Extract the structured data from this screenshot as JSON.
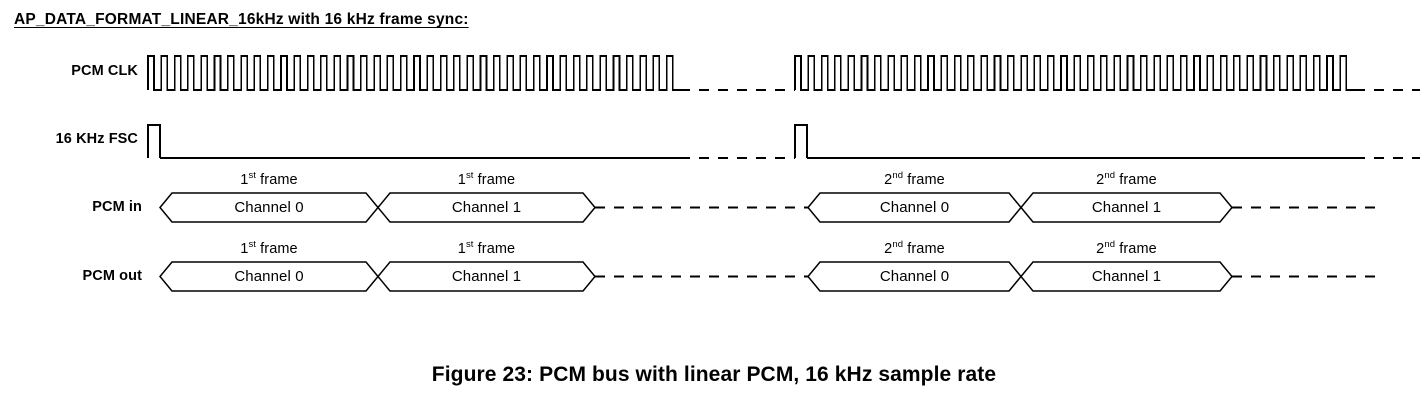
{
  "document": {
    "title": "AP_DATA_FORMAT_LINEAR_16kHz with 16 kHz frame sync:",
    "figure_caption": "Figure 23: PCM bus with linear PCM, 16 kHz sample rate"
  },
  "colors": {
    "background": "#ffffff",
    "ink": "#000000"
  },
  "signals": {
    "pcm_clk": {
      "label": "PCM CLK"
    },
    "fsc": {
      "label": "16 KHz FSC"
    },
    "pcm_in": {
      "label": "PCM in"
    },
    "pcm_out": {
      "label": "PCM out"
    }
  },
  "frames": {
    "first_ordinal": "1",
    "first_suffix": "st",
    "second_ordinal": "2",
    "second_suffix": "nd",
    "frame_word": "frame",
    "channel0": "Channel 0",
    "channel1": "Channel 1"
  },
  "chart_data": {
    "type": "line",
    "title": "AP_DATA_FORMAT_LINEAR_16kHz with 16 kHz frame sync:",
    "xlabel": "",
    "ylabel": "",
    "description": "Digital timing diagram of a PCM bus: PCM CLK bit clock, 16 kHz frame sync (FSC), and PCM in / PCM out data lanes showing two frames each carrying Channel 0 and Channel 1 slots.",
    "series": [
      {
        "name": "PCM CLK",
        "kind": "clock-burst",
        "baseline_y": 90,
        "high_y": 56,
        "pulse_width": 6,
        "pulse_pitch": 13.3,
        "bursts": [
          {
            "start_x": 148,
            "end_x": 680
          },
          {
            "start_x": 795,
            "end_x": 1355
          }
        ],
        "dashed_segments": [
          {
            "start_x": 680,
            "end_x": 795
          },
          {
            "start_x": 1355,
            "end_x": 1420
          }
        ]
      },
      {
        "name": "16 KHz FSC",
        "kind": "pulse",
        "baseline_y": 158,
        "high_y": 125,
        "pulses": [
          {
            "start_x": 148,
            "end_x": 160
          },
          {
            "start_x": 795,
            "end_x": 807
          }
        ],
        "solid_segments": [
          {
            "start_x": 160,
            "end_x": 680
          },
          {
            "start_x": 807,
            "end_x": 1355
          }
        ],
        "dashed_segments": [
          {
            "start_x": 680,
            "end_x": 795
          },
          {
            "start_x": 1355,
            "end_x": 1420
          }
        ]
      },
      {
        "name": "PCM in",
        "kind": "data-bus",
        "top_y": 193,
        "bottom_y": 222,
        "mid_y": 207.5,
        "cells": [
          {
            "label": "Channel 0",
            "frame": "1st",
            "x0": 160,
            "x1": 378
          },
          {
            "label": "Channel 1",
            "frame": "1st",
            "x0": 378,
            "x1": 595
          },
          {
            "label": "Channel 0",
            "frame": "2nd",
            "x0": 808,
            "x1": 1021
          },
          {
            "label": "Channel 1",
            "frame": "2nd",
            "x0": 1021,
            "x1": 1232
          }
        ],
        "dashed_segments": [
          {
            "start_x": 595,
            "end_x": 808
          },
          {
            "start_x": 1232,
            "end_x": 1378
          }
        ]
      },
      {
        "name": "PCM out",
        "kind": "data-bus",
        "top_y": 262,
        "bottom_y": 291,
        "mid_y": 276.5,
        "cells": [
          {
            "label": "Channel 0",
            "frame": "1st",
            "x0": 160,
            "x1": 378
          },
          {
            "label": "Channel 1",
            "frame": "1st",
            "x0": 378,
            "x1": 595
          },
          {
            "label": "Channel 0",
            "frame": "2nd",
            "x0": 808,
            "x1": 1021
          },
          {
            "label": "Channel 1",
            "frame": "2nd",
            "x0": 1021,
            "x1": 1232
          }
        ],
        "dashed_segments": [
          {
            "start_x": 595,
            "end_x": 808
          },
          {
            "start_x": 1232,
            "end_x": 1378
          }
        ]
      }
    ]
  }
}
